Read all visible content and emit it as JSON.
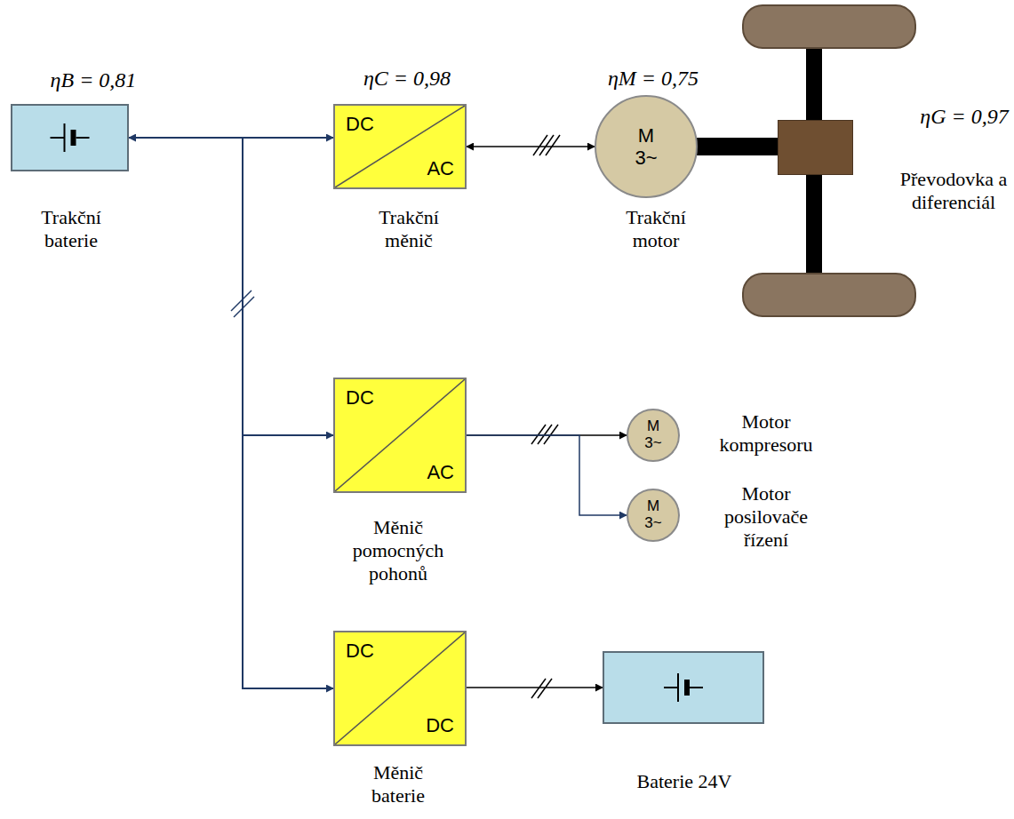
{
  "diagram": {
    "nodes": [
      {
        "text": [
          "ηB = 0,81",
          "Trakční baterie"
        ]
      },
      {
        "text": [
          "ηC = 0,98",
          "DC",
          "AC",
          "Trakční měnič"
        ]
      },
      {
        "text": [
          "ηM = 0,75",
          "M 3~",
          "Trakční motor"
        ]
      },
      {
        "text": [
          "ηG = 0,97",
          "Převodovka a diferenciál"
        ]
      },
      {
        "text": [
          "DC",
          "AC",
          "Měnič pomocných pohonů"
        ]
      },
      {
        "text": [
          "M 3~",
          "Motor kompresoru"
        ]
      },
      {
        "text": [
          "M 3~",
          "Motor posilovače řízení"
        ]
      },
      {
        "text": [
          "DC",
          "DC",
          "Měnič baterie"
        ]
      },
      {
        "text": [
          "Baterie 24V"
        ]
      }
    ],
    "edges": [
      {
        "from": 0,
        "to": 1,
        "arrow": "both"
      },
      {
        "from": 0,
        "to": 4,
        "arrow": "to"
      },
      {
        "from": 0,
        "to": 7,
        "arrow": "to"
      },
      {
        "from": 1,
        "to": 2,
        "arrow": "both"
      },
      {
        "from": 2,
        "to": 3,
        "arrow": "none"
      },
      {
        "from": 4,
        "to": 5,
        "arrow": "to"
      },
      {
        "from": 4,
        "to": 6,
        "arrow": "to"
      },
      {
        "from": 7,
        "to": 8,
        "arrow": "to"
      }
    ]
  }
}
